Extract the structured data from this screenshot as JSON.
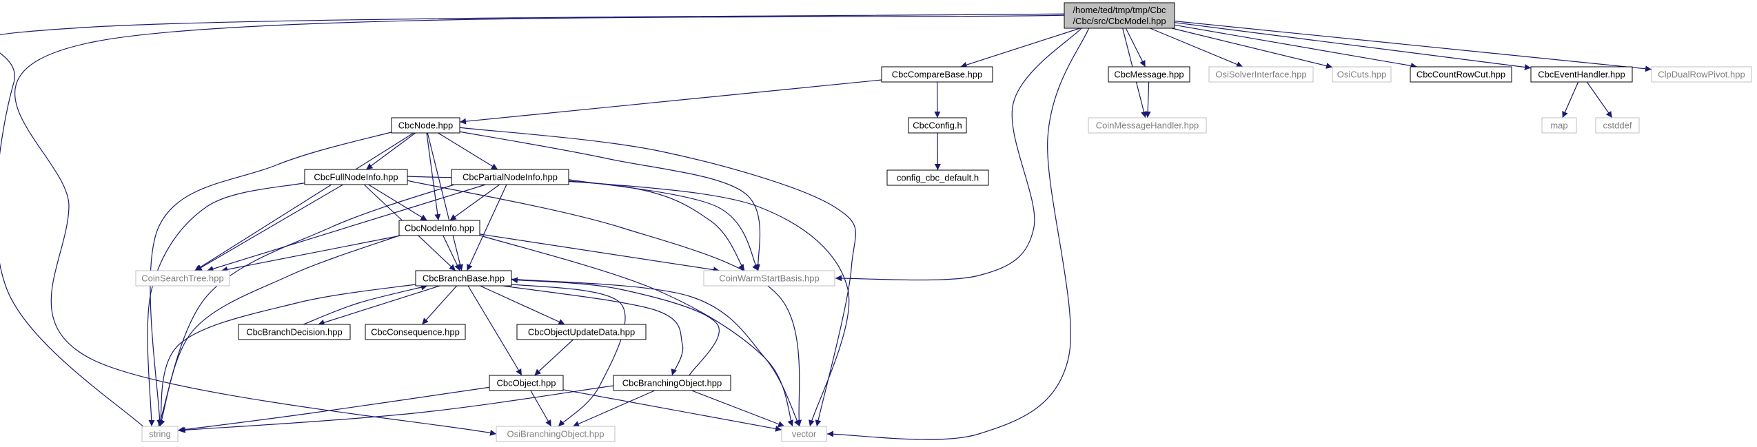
{
  "colors": {
    "edge": "#191970",
    "root_fill": "#bfbfbf",
    "internal_border": "#000000",
    "external_border": "#bfbfbf",
    "external_text": "#808080",
    "internal_text": "#000000",
    "background": "#ffffff"
  },
  "nodes": [
    {
      "id": "cbcmodel",
      "label_lines": [
        "/home/ted/tmp/tmp/Cbc",
        "/Cbc/src/CbcModel.hpp"
      ],
      "kind": "root"
    },
    {
      "id": "cbccomparebase",
      "label_lines": [
        "CbcCompareBase.hpp"
      ],
      "kind": "internal"
    },
    {
      "id": "cbcmessage",
      "label_lines": [
        "CbcMessage.hpp"
      ],
      "kind": "internal"
    },
    {
      "id": "osisolverinterface",
      "label_lines": [
        "OsiSolverInterface.hpp"
      ],
      "kind": "external"
    },
    {
      "id": "osicuts",
      "label_lines": [
        "OsiCuts.hpp"
      ],
      "kind": "external"
    },
    {
      "id": "cbccountrowcut",
      "label_lines": [
        "CbcCountRowCut.hpp"
      ],
      "kind": "internal"
    },
    {
      "id": "cbceventhandler",
      "label_lines": [
        "CbcEventHandler.hpp"
      ],
      "kind": "internal"
    },
    {
      "id": "clpdualrowpivot",
      "label_lines": [
        "ClpDualRowPivot.hpp"
      ],
      "kind": "external"
    },
    {
      "id": "cbcnode",
      "label_lines": [
        "CbcNode.hpp"
      ],
      "kind": "internal"
    },
    {
      "id": "cbcconfig",
      "label_lines": [
        "CbcConfig.h"
      ],
      "kind": "internal"
    },
    {
      "id": "coinmessagehandler",
      "label_lines": [
        "CoinMessageHandler.hpp"
      ],
      "kind": "external"
    },
    {
      "id": "map",
      "label_lines": [
        "map"
      ],
      "kind": "external"
    },
    {
      "id": "cstddef",
      "label_lines": [
        "cstddef"
      ],
      "kind": "external"
    },
    {
      "id": "configcbcdefault",
      "label_lines": [
        "config_cbc_default.h"
      ],
      "kind": "internal"
    },
    {
      "id": "cbcfullnodeinfo",
      "label_lines": [
        "CbcFullNodeInfo.hpp"
      ],
      "kind": "internal"
    },
    {
      "id": "cbcpartialnodeinfo",
      "label_lines": [
        "CbcPartialNodeInfo.hpp"
      ],
      "kind": "internal"
    },
    {
      "id": "cbcnodeinfo",
      "label_lines": [
        "CbcNodeInfo.hpp"
      ],
      "kind": "internal"
    },
    {
      "id": "coinsearchtree",
      "label_lines": [
        "CoinSearchTree.hpp"
      ],
      "kind": "external"
    },
    {
      "id": "cbcbranchbase",
      "label_lines": [
        "CbcBranchBase.hpp"
      ],
      "kind": "internal"
    },
    {
      "id": "coinwarmstartbasis",
      "label_lines": [
        "CoinWarmStartBasis.hpp"
      ],
      "kind": "external"
    },
    {
      "id": "cbcbranchdecision",
      "label_lines": [
        "CbcBranchDecision.hpp"
      ],
      "kind": "internal"
    },
    {
      "id": "cbcconsequence",
      "label_lines": [
        "CbcConsequence.hpp"
      ],
      "kind": "internal"
    },
    {
      "id": "cbcobjectupdatedata",
      "label_lines": [
        "CbcObjectUpdateData.hpp"
      ],
      "kind": "internal"
    },
    {
      "id": "cbcobject",
      "label_lines": [
        "CbcObject.hpp"
      ],
      "kind": "internal"
    },
    {
      "id": "cbcbranchingobject",
      "label_lines": [
        "CbcBranchingObject.hpp"
      ],
      "kind": "internal"
    },
    {
      "id": "string",
      "label_lines": [
        "string"
      ],
      "kind": "external"
    },
    {
      "id": "osibranchingobject",
      "label_lines": [
        "OsiBranchingObject.hpp"
      ],
      "kind": "external"
    },
    {
      "id": "vector",
      "label_lines": [
        "vector"
      ],
      "kind": "external"
    }
  ],
  "edges": [
    [
      "cbcmodel",
      "string"
    ],
    [
      "cbcmodel",
      "osibranchingobject"
    ],
    [
      "cbcmodel",
      "cbccomparebase"
    ],
    [
      "cbcmodel",
      "coinwarmstartbasis"
    ],
    [
      "cbcmodel",
      "vector"
    ],
    [
      "cbcmodel",
      "coinmessagehandler"
    ],
    [
      "cbcmodel",
      "cbcmessage"
    ],
    [
      "cbcmodel",
      "osisolverinterface"
    ],
    [
      "cbcmodel",
      "osicuts"
    ],
    [
      "cbcmodel",
      "cbccountrowcut"
    ],
    [
      "cbcmodel",
      "cbceventhandler"
    ],
    [
      "cbcmodel",
      "clpdualrowpivot"
    ],
    [
      "cbccomparebase",
      "cbcnode"
    ],
    [
      "cbccomparebase",
      "cbcconfig"
    ],
    [
      "cbcconfig",
      "configcbcdefault"
    ],
    [
      "cbcmessage",
      "coinmessagehandler"
    ],
    [
      "cbceventhandler",
      "map"
    ],
    [
      "cbceventhandler",
      "cstddef"
    ],
    [
      "cbcnode",
      "cbcfullnodeinfo"
    ],
    [
      "cbcnode",
      "cbcpartialnodeinfo"
    ],
    [
      "cbcnode",
      "cbcnodeinfo"
    ],
    [
      "cbcnode",
      "cbcbranchbase"
    ],
    [
      "cbcnode",
      "coinsearchtree"
    ],
    [
      "cbcnode",
      "string"
    ],
    [
      "cbcnode",
      "coinwarmstartbasis"
    ],
    [
      "cbcnode",
      "vector"
    ],
    [
      "cbcfullnodeinfo",
      "cbcnodeinfo"
    ],
    [
      "cbcfullnodeinfo",
      "cbcbranchbase"
    ],
    [
      "cbcfullnodeinfo",
      "coinsearchtree"
    ],
    [
      "cbcfullnodeinfo",
      "string"
    ],
    [
      "cbcfullnodeinfo",
      "coinwarmstartbasis"
    ],
    [
      "cbcfullnodeinfo",
      "vector"
    ],
    [
      "cbcpartialnodeinfo",
      "cbcnodeinfo"
    ],
    [
      "cbcpartialnodeinfo",
      "cbcbranchbase"
    ],
    [
      "cbcpartialnodeinfo",
      "coinsearchtree"
    ],
    [
      "cbcpartialnodeinfo",
      "string"
    ],
    [
      "cbcpartialnodeinfo",
      "coinwarmstartbasis"
    ],
    [
      "cbcpartialnodeinfo",
      "vector"
    ],
    [
      "cbcnodeinfo",
      "cbcbranchbase"
    ],
    [
      "cbcnodeinfo",
      "coinsearchtree"
    ],
    [
      "cbcnodeinfo",
      "string"
    ],
    [
      "cbcnodeinfo",
      "coinwarmstartbasis"
    ],
    [
      "cbcnodeinfo",
      "vector"
    ],
    [
      "cbcbranchbase",
      "cbcbranchdecision"
    ],
    [
      "cbcbranchbase",
      "cbcconsequence"
    ],
    [
      "cbcbranchbase",
      "cbcobjectupdatedata"
    ],
    [
      "cbcbranchbase",
      "cbcobject"
    ],
    [
      "cbcbranchbase",
      "cbcbranchingobject"
    ],
    [
      "cbcbranchbase",
      "string"
    ],
    [
      "cbcbranchbase",
      "osibranchingobject"
    ],
    [
      "cbcbranchbase",
      "vector"
    ],
    [
      "cbcbranchdecision",
      "cbcbranchbase"
    ],
    [
      "cbcobjectupdatedata",
      "cbcobject"
    ],
    [
      "cbcobject",
      "string"
    ],
    [
      "cbcobject",
      "osibranchingobject"
    ],
    [
      "cbcobject",
      "vector"
    ],
    [
      "cbcbranchingobject",
      "cbcbranchbase"
    ],
    [
      "cbcbranchingobject",
      "string"
    ],
    [
      "cbcbranchingobject",
      "osibranchingobject"
    ],
    [
      "cbcbranchingobject",
      "vector"
    ]
  ]
}
